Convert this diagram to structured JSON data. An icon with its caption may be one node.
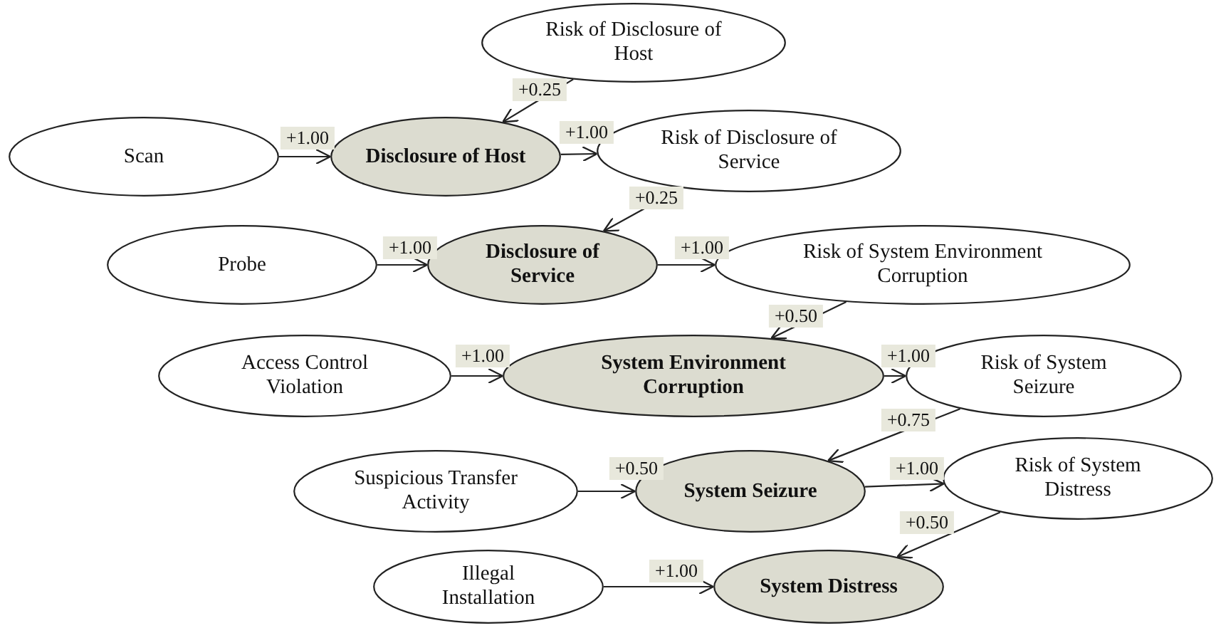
{
  "diagram": {
    "nodes": [
      {
        "text": [
          "Risk of Disclosure of Host"
        ]
      },
      {
        "text": [
          "Scan"
        ]
      },
      {
        "text": [
          "Disclosure of Host"
        ]
      },
      {
        "text": [
          "Risk of Disclosure of Service"
        ]
      },
      {
        "text": [
          "Probe"
        ]
      },
      {
        "text": [
          "Disclosure of Service"
        ]
      },
      {
        "text": [
          "Risk of System Environment Corruption"
        ]
      },
      {
        "text": [
          "Access Control Violation"
        ]
      },
      {
        "text": [
          "System Environment Corruption"
        ]
      },
      {
        "text": [
          "Risk of System Seizure"
        ]
      },
      {
        "text": [
          "Suspicious Transfer Activity"
        ]
      },
      {
        "text": [
          "System Seizure"
        ]
      },
      {
        "text": [
          "Risk of System Distress"
        ]
      },
      {
        "text": [
          "Illegal Installation"
        ]
      },
      {
        "text": [
          "System Distress"
        ]
      }
    ],
    "edges": [
      {
        "from": 0,
        "to": 2,
        "arrow": "to",
        "label": "+0.25"
      },
      {
        "from": 1,
        "to": 2,
        "arrow": "to",
        "label": "+1.00"
      },
      {
        "from": 2,
        "to": 3,
        "arrow": "to",
        "label": "+1.00"
      },
      {
        "from": 3,
        "to": 5,
        "arrow": "to",
        "label": "+0.25"
      },
      {
        "from": 4,
        "to": 5,
        "arrow": "to",
        "label": "+1.00"
      },
      {
        "from": 5,
        "to": 6,
        "arrow": "to",
        "label": "+1.00"
      },
      {
        "from": 6,
        "to": 8,
        "arrow": "to",
        "label": "+0.50"
      },
      {
        "from": 7,
        "to": 8,
        "arrow": "to",
        "label": "+1.00"
      },
      {
        "from": 8,
        "to": 9,
        "arrow": "to",
        "label": "+1.00"
      },
      {
        "from": 9,
        "to": 11,
        "arrow": "to",
        "label": "+0.75"
      },
      {
        "from": 10,
        "to": 11,
        "arrow": "to",
        "label": "+0.50"
      },
      {
        "from": 11,
        "to": 12,
        "arrow": "to",
        "label": "+1.00"
      },
      {
        "from": 12,
        "to": 14,
        "arrow": "to",
        "label": "+0.50"
      },
      {
        "from": 13,
        "to": 14,
        "arrow": "to",
        "label": "+1.00"
      }
    ]
  }
}
